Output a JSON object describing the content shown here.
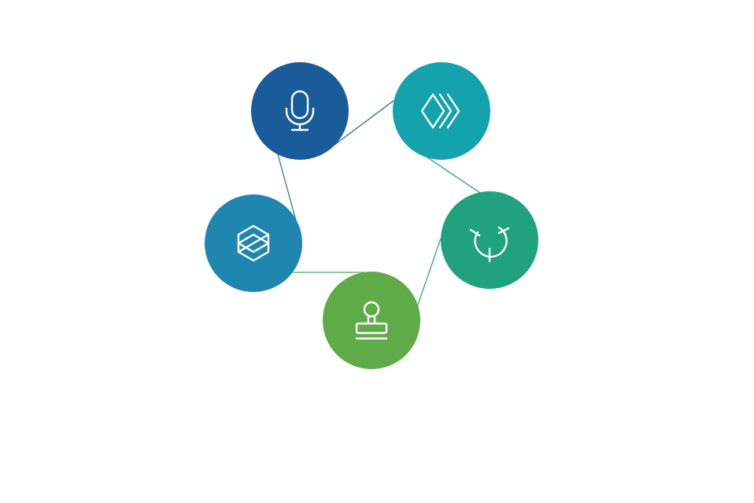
{
  "diagram": {
    "type": "cycle",
    "nodes": [
      {
        "id": "voice",
        "icon": "microphone-icon",
        "color": "#1a5b99"
      },
      {
        "id": "layers",
        "icon": "layered-diamonds-icon",
        "color": "#14a2ad"
      },
      {
        "id": "target",
        "icon": "crosshair-target-icon",
        "color": "#1fa27d"
      },
      {
        "id": "stamp",
        "icon": "stamp-icon",
        "color": "#5eab47"
      },
      {
        "id": "hexagon",
        "icon": "hexagon-cube-icon",
        "color": "#1f86af"
      }
    ],
    "connectors": [
      {
        "from": "voice",
        "to": "layers",
        "color": "#1c6591"
      },
      {
        "from": "layers",
        "to": "target",
        "color": "#1a9093"
      },
      {
        "from": "target",
        "to": "stamp",
        "color": "#279e7b"
      },
      {
        "from": "stamp",
        "to": "hexagon",
        "color": "#4ea35b"
      },
      {
        "from": "hexagon",
        "to": "voice",
        "color": "#1d70a0"
      }
    ]
  }
}
